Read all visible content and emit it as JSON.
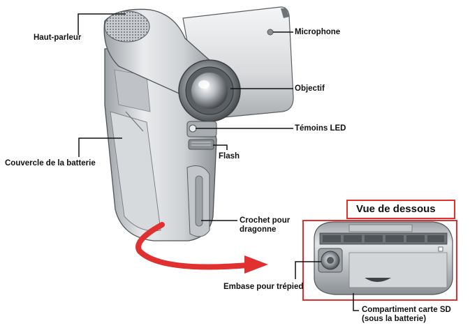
{
  "view_title": "Vue de dessous",
  "labels": {
    "speaker": "Haut-parleur",
    "microphone": "Microphone",
    "lens": "Objectif",
    "led": "Témoins LED",
    "flash": "Flash",
    "battery_cover": "Couvercle de la batterie",
    "strap_hook_line1": "Crochet pour",
    "strap_hook_line2": "dragonne",
    "tripod": "Embase pour trépied",
    "sd_line1": "Compartiment carte SD",
    "sd_line2": "(sous la batterie)"
  },
  "colors": {
    "accent": "#e03030",
    "leader": "#111111",
    "body_light": "#e6e8ea",
    "body_mid": "#b8bcc0",
    "body_dark": "#6e7378"
  }
}
